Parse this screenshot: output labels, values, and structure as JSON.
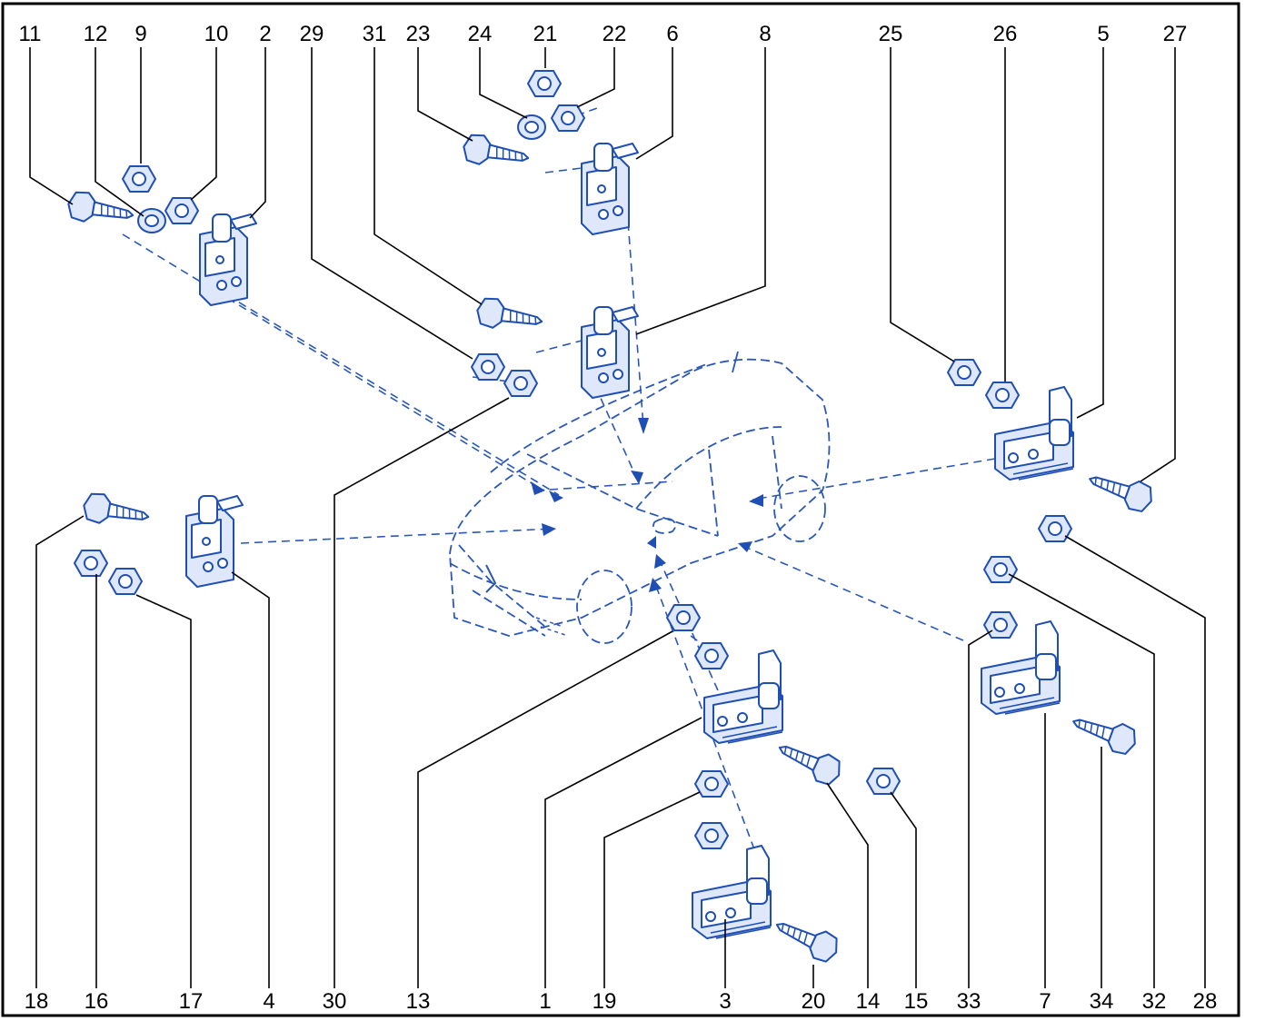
{
  "diagram": {
    "callouts_top": [
      {
        "label": "11"
      },
      {
        "label": "12"
      },
      {
        "label": "9"
      },
      {
        "label": "10"
      },
      {
        "label": "2"
      },
      {
        "label": "29"
      },
      {
        "label": "31"
      },
      {
        "label": "23"
      },
      {
        "label": "24"
      },
      {
        "label": "21"
      },
      {
        "label": "22"
      },
      {
        "label": "6"
      },
      {
        "label": "8"
      },
      {
        "label": "25"
      },
      {
        "label": "26"
      },
      {
        "label": "5"
      },
      {
        "label": "27"
      }
    ],
    "callouts_bottom": [
      {
        "label": "18"
      },
      {
        "label": "16"
      },
      {
        "label": "17"
      },
      {
        "label": "4"
      },
      {
        "label": "30"
      },
      {
        "label": "13"
      },
      {
        "label": "1"
      },
      {
        "label": "19"
      },
      {
        "label": "3"
      },
      {
        "label": "20"
      },
      {
        "label": "14"
      },
      {
        "label": "15"
      },
      {
        "label": "33"
      },
      {
        "label": "7"
      },
      {
        "label": "34"
      },
      {
        "label": "32"
      },
      {
        "label": "28"
      }
    ],
    "colors": {
      "line": "#1f4fb4",
      "frame": "#000000"
    },
    "icons": [
      "hinge-icon",
      "bolt-icon",
      "nut-icon",
      "washer-icon",
      "vehicle-outline-icon"
    ]
  }
}
